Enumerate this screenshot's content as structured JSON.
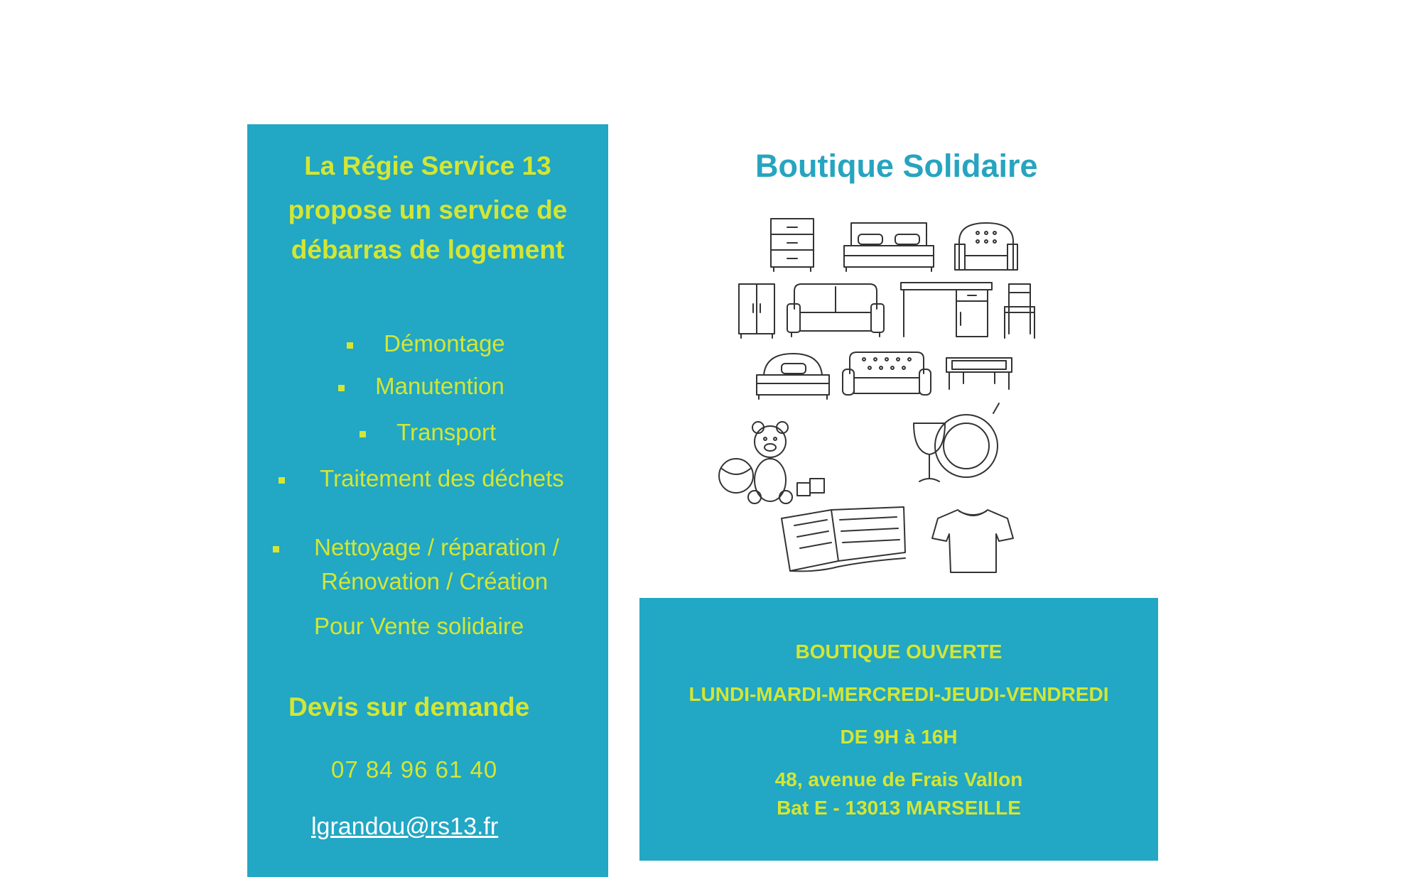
{
  "left_panel": {
    "intro": [
      "La Régie Service 13",
      "propose un service de",
      "débarras de logement"
    ],
    "services": [
      "Démontage",
      "Manutention",
      "Transport",
      "Traitement des déchets"
    ],
    "service_multi": [
      "Nettoyage / réparation /",
      "Rénovation / Création"
    ],
    "sale_note": "Pour Vente solidaire",
    "quote": "Devis sur demande",
    "phone": "07 84 96 61 40",
    "email": "lgrandou@rs13.fr"
  },
  "right": {
    "title": "Boutique Solidaire",
    "illustration_icons": [
      "dresser-icon",
      "double-bed-icon",
      "armchair-icon",
      "wardrobe-icon",
      "sofa-icon",
      "desk-icon",
      "chair-icon",
      "single-bed-icon",
      "chesterfield-sofa-icon",
      "coffee-table-icon",
      "teddy-bear-toys-icon",
      "glass-plate-icon",
      "open-book-icon",
      "t-shirt-icon"
    ],
    "hours": {
      "open": "BOUTIQUE OUVERTE",
      "days": "LUNDI-MARDI-MERCREDI-JEUDI-VENDREDI",
      "time": "DE 9H à 16H",
      "address1": "48, avenue de Frais Vallon",
      "address2": "Bat E - 13013 MARSEILLE"
    }
  },
  "colors": {
    "panel": "#22a7c4",
    "text_accent": "#d4e633",
    "title": "#27a4c0",
    "link": "#ffffff"
  }
}
